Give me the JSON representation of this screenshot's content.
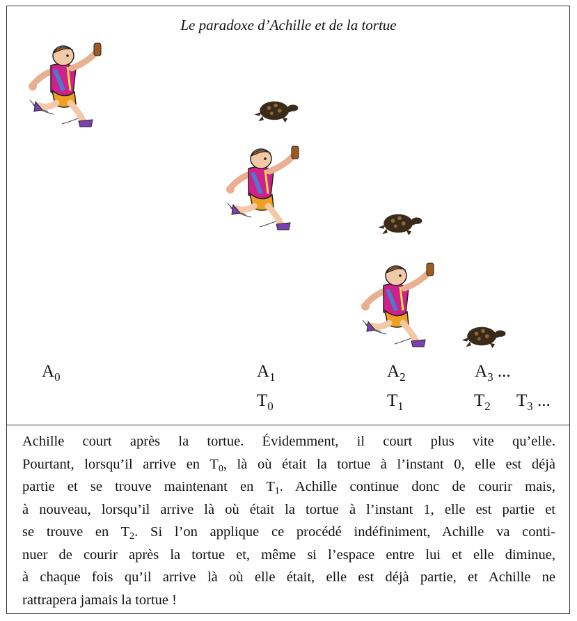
{
  "figure": {
    "title": "Le paradoxe d’Achille et de la tortue",
    "achilles_labels": [
      {
        "base": "A",
        "sub": "0",
        "suffix": ""
      },
      {
        "base": "A",
        "sub": "1",
        "suffix": ""
      },
      {
        "base": "A",
        "sub": "2",
        "suffix": ""
      },
      {
        "base": "A",
        "sub": "3",
        "suffix": " ..."
      }
    ],
    "tortoise_labels": [
      {
        "base": "T",
        "sub": "0",
        "suffix": ""
      },
      {
        "base": "T",
        "sub": "1",
        "suffix": ""
      },
      {
        "base": "T",
        "sub": "2",
        "suffix": ""
      },
      {
        "base": "T",
        "sub": "3",
        "suffix": " ..."
      }
    ],
    "icons": {
      "runner": "running-man-icon",
      "tortoise": "tortoise-icon"
    },
    "colors": {
      "skin": "#f4c9a8",
      "shirt": "#d0208a",
      "shirt_stripe": "#4a7bd0",
      "shorts": "#f0a020",
      "shoes": "#7a3fb0",
      "hair": "#a05a20",
      "turtle_shell": "#3a2a1a",
      "turtle_spots": "#8a6a30"
    }
  },
  "paragraph": {
    "l1": "Achille court après la tortue. Évidemment, il court plus vite qu’elle.",
    "l2_a": "Pourtant, lorsqu’il arrive en T",
    "l2_sub": "0",
    "l2_b": ", là où était la tortue à l’instant 0, elle est déjà",
    "l3_a": "partie et se trouve maintenant en T",
    "l3_sub": "1",
    "l3_b": ". Achille continue donc de courir mais,",
    "l4": "à nouveau, lorsqu’il arrive là où était la tortue à l’instant 1, elle est partie et",
    "l5_a": "se trouve en T",
    "l5_sub": "2",
    "l5_b": ". Si l’on applique ce procédé indéfiniment, Achille va conti-",
    "l6": "nuer de courir après la tortue et, même si l’espace entre lui et elle diminue,",
    "l7": "à chaque fois qu’il arrive là où elle était, elle est déjà partie, et Achille ne",
    "l8": "rattrapera jamais la tortue !"
  }
}
